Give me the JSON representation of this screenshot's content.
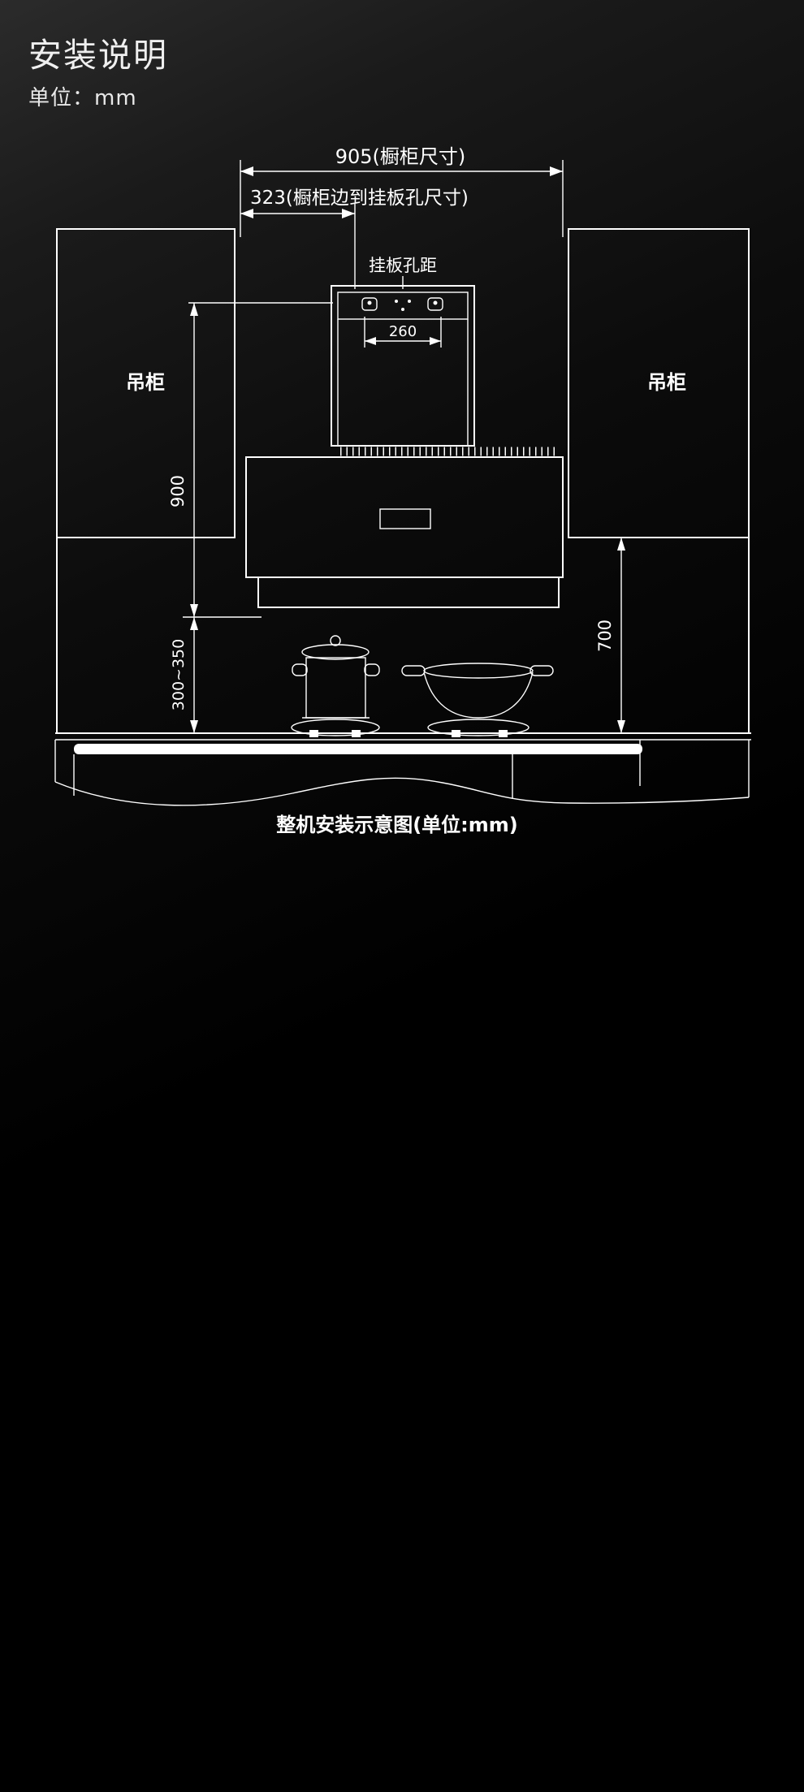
{
  "page": {
    "title": "安装说明",
    "unit_label": "单位：mm"
  },
  "diagram": {
    "caption": "整机安装示意图(单位:mm)",
    "top_width_dim": "905(橱柜尺寸)",
    "edge_to_hole_dim": "323(橱柜边到挂板孔尺寸)",
    "hanging_plate_label": "挂板孔距",
    "hole_spacing_dim": "260",
    "left_height_dim": "900",
    "bottom_clearance_dim": "300~350",
    "right_height_dim": "700",
    "left_cabinet_label": "吊柜",
    "right_cabinet_label": "吊柜",
    "colors": {
      "line": "#ffffff",
      "background": "#000000"
    }
  }
}
